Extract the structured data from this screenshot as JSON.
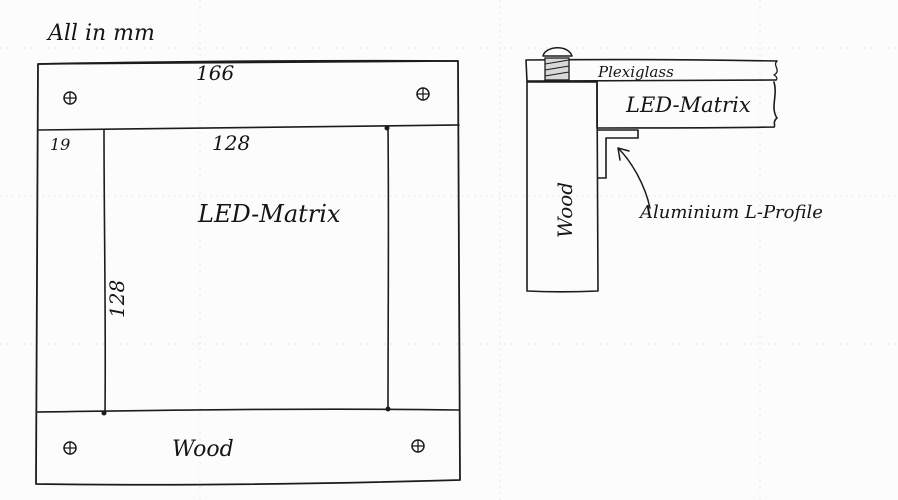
{
  "header_note": "All in mm",
  "front_view": {
    "width_label": "166",
    "inner_width_label": "128",
    "border_label": "19",
    "height_label": "128",
    "center_label": "LED-Matrix",
    "bottom_label": "Wood"
  },
  "side_view": {
    "plexiglass_label": "Plexiglass",
    "led_label": "LED-Matrix",
    "wood_label": "Wood",
    "profile_label": "Aluminium L-Profile"
  },
  "colors": {
    "ink": "#1c1c1c",
    "paper": "#fcfcfc",
    "grid": "#e6e6e6"
  },
  "icons": [
    "screw-icon",
    "plexiglass-hatch"
  ]
}
